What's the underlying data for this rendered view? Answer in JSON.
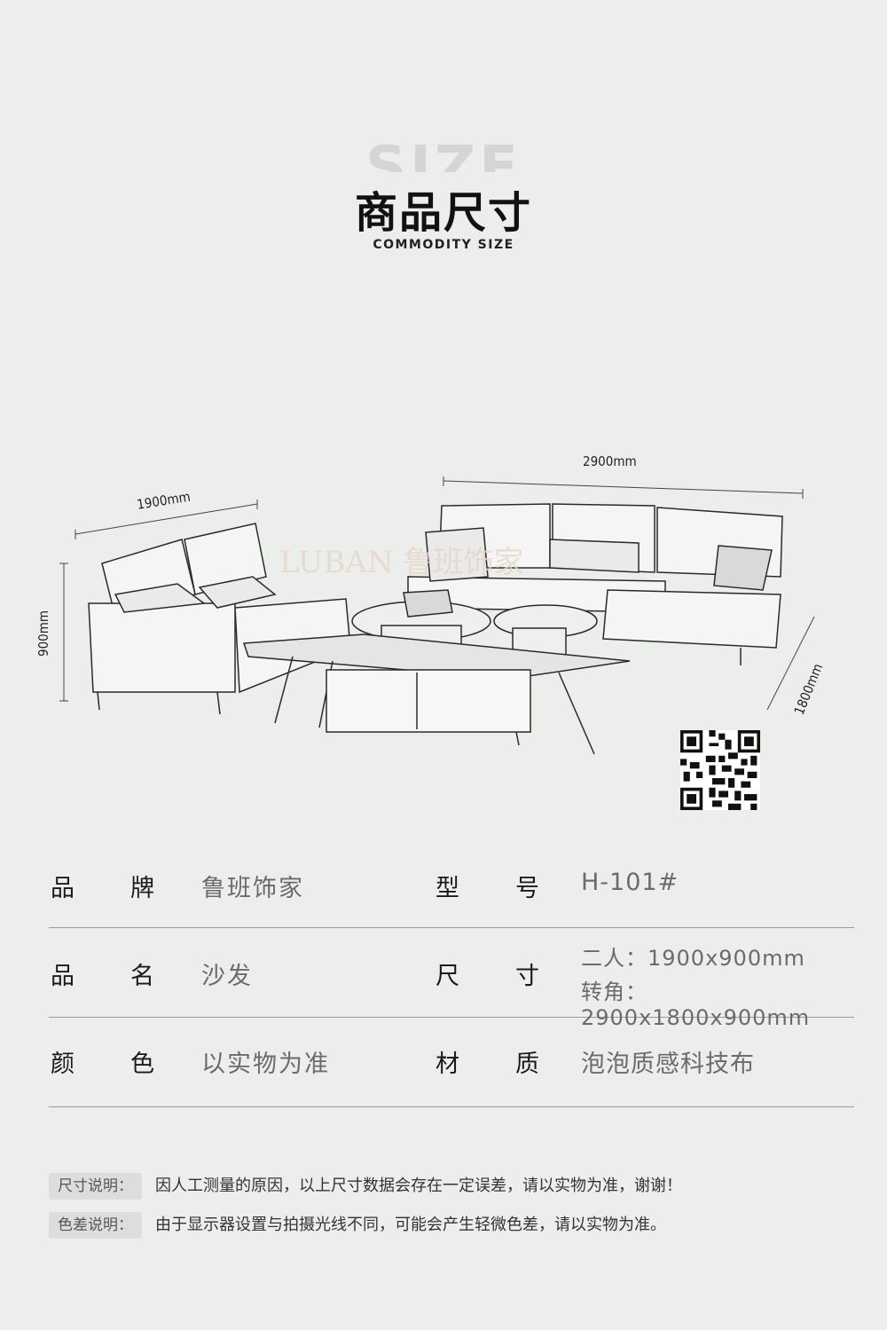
{
  "header": {
    "ghost_text": "SIZE",
    "title_cn": "商品尺寸",
    "title_en": "COMMODITY SIZE"
  },
  "illustration": {
    "dim_width_loveseat": "1900mm",
    "dim_width_corner": "2900mm",
    "dim_height": "900mm",
    "dim_depth": "1800mm",
    "watermark": "LUBAN 鲁班饰家"
  },
  "specs": [
    {
      "label_left": [
        "品",
        "牌"
      ],
      "value_left": "鲁班饰家",
      "label_right": [
        "型",
        "号"
      ],
      "value_right": [
        "H-101#"
      ]
    },
    {
      "label_left": [
        "品",
        "名"
      ],
      "value_left": "沙发",
      "label_right": [
        "尺",
        "寸"
      ],
      "value_right": [
        "二人：1900x900mm",
        "转角：2900x1800x900mm"
      ]
    },
    {
      "label_left": [
        "颜",
        "色"
      ],
      "value_left": "以实物为准",
      "label_right": [
        "材",
        "质"
      ],
      "value_right": [
        "泡泡质感科技布"
      ]
    }
  ],
  "notes": [
    {
      "tag": "尺寸说明：",
      "text": "因人工测量的原因，以上尺寸数据会存在一定误差，请以实物为准，谢谢！"
    },
    {
      "tag": "色差说明：",
      "text": "由于显示器设置与拍摄光线不同，可能会产生轻微色差，请以实物为准。"
    }
  ]
}
